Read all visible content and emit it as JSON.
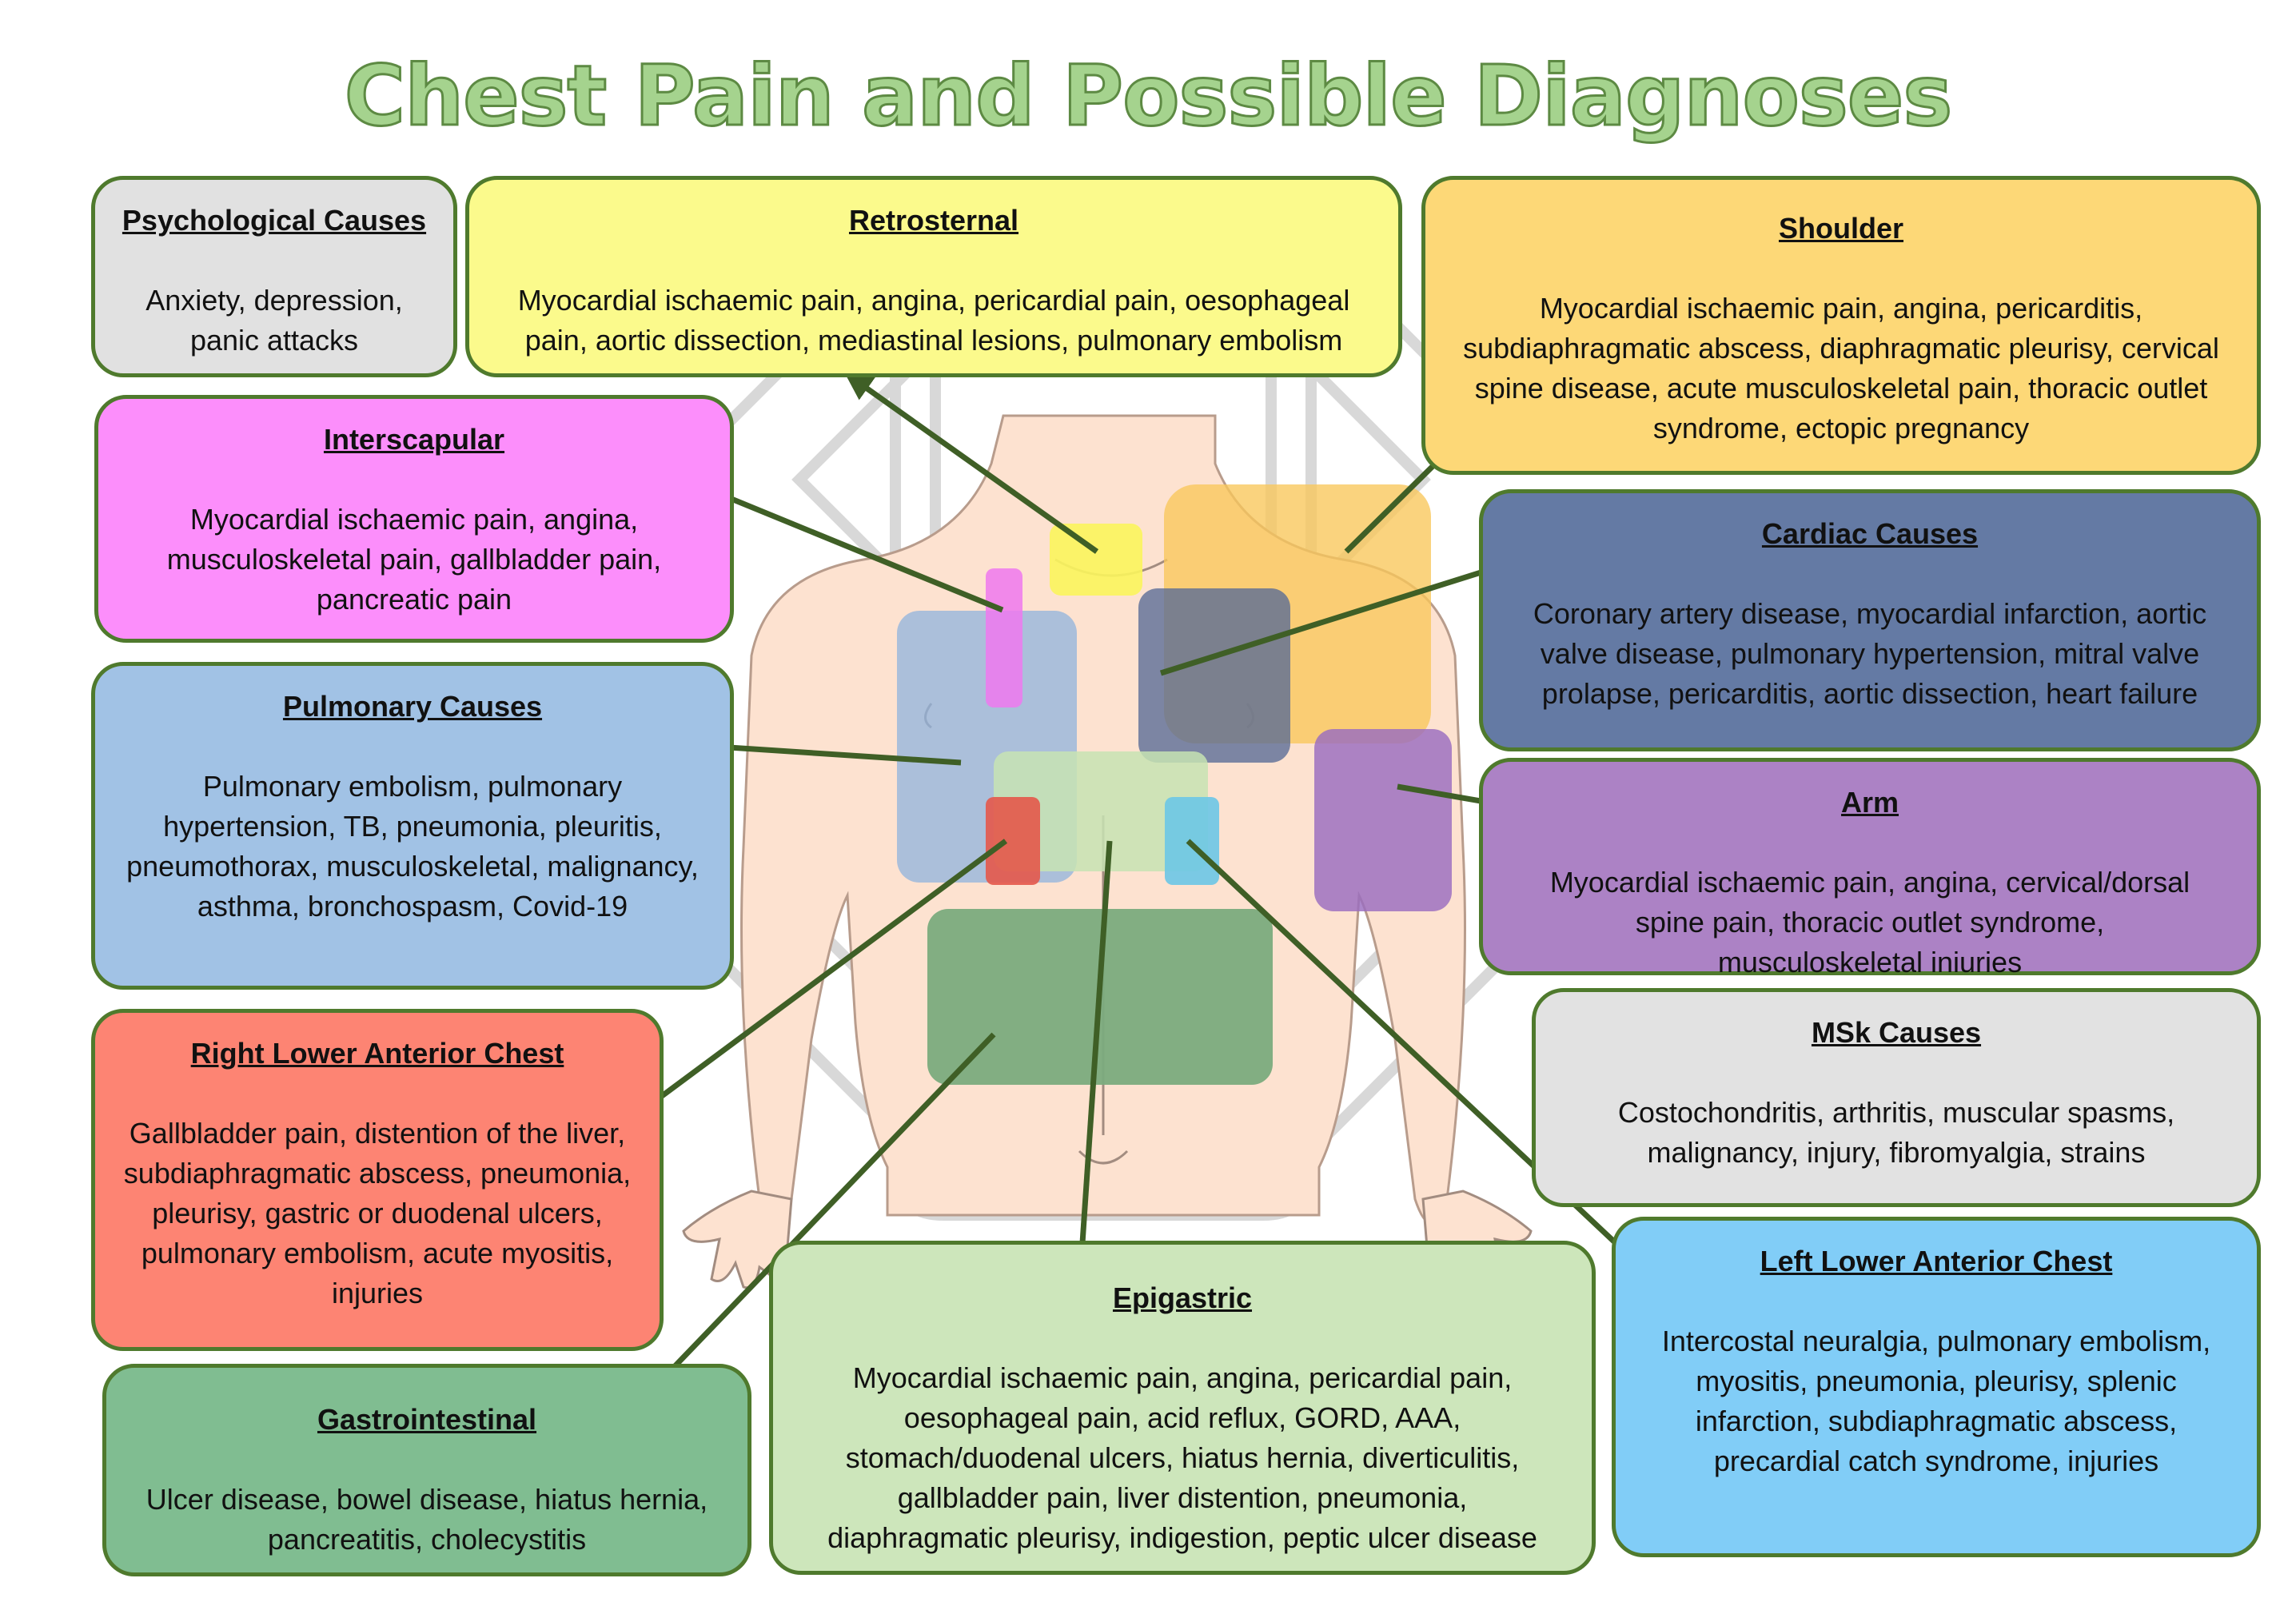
{
  "title": "Chest Pain and Possible Diagnoses",
  "colors": {
    "border": "#4f7a2d",
    "arrow": "#3f5f26",
    "skin": "#fde2d0",
    "skin_outline": "#b89c8c"
  },
  "boxes": {
    "psychological": {
      "heading": "Psychological Causes",
      "text": "Anxiety, depression, panic attacks",
      "color": "#e1e1e1"
    },
    "retrosternal": {
      "heading": "Retrosternal",
      "text": "Myocardial ischaemic pain, angina, pericardial pain, oesophageal pain, aortic dissection, mediastinal lesions, pulmonary embolism",
      "color": "#fbfa8c"
    },
    "shoulder": {
      "heading": "Shoulder",
      "text": "Myocardial ischaemic pain, angina, pericarditis, subdiaphragmatic abscess, diaphragmatic pleurisy, cervical spine disease, acute musculoskeletal pain, thoracic outlet syndrome, ectopic pregnancy",
      "color": "#fdd877"
    },
    "interscapular": {
      "heading": "Interscapular",
      "text": "Myocardial ischaemic pain, angina, musculoskeletal pain, gallbladder pain, pancreatic pain",
      "color": "#fc8efb"
    },
    "cardiac": {
      "heading": "Cardiac Causes",
      "text": "Coronary artery disease, myocardial infarction, aortic valve disease, pulmonary hypertension, mitral valve prolapse, pericarditis, aortic dissection, heart failure",
      "color": "#647aa4"
    },
    "pulmonary": {
      "heading": "Pulmonary Causes",
      "text": "Pulmonary embolism, pulmonary hypertension, TB, pneumonia, pleuritis, pneumothorax, musculoskeletal, malignancy, asthma, bronchospasm, Covid-19",
      "color": "#a1c2e5"
    },
    "arm": {
      "heading": "Arm",
      "text": "Myocardial ischaemic pain, angina, cervical/dorsal spine pain, thoracic outlet syndrome, musculoskeletal iniuries",
      "color": "#ac82c5"
    },
    "msk": {
      "heading": "MSk Causes",
      "text": "Costochondritis, arthritis, muscular spasms, malignancy, injury, fibromyalgia, strains",
      "color": "#e2e2e2"
    },
    "right_lower": {
      "heading": "Right Lower Anterior Chest",
      "text": "Gallbladder pain, distention of the liver, subdiaphragmatic abscess, pneumonia, pleurisy, gastric or duodenal ulcers, pulmonary embolism, acute myositis, injuries",
      "color": "#fd8473"
    },
    "left_lower": {
      "heading": "Left Lower Anterior Chest",
      "text": "Intercostal neuralgia, pulmonary embolism, myositis, pneumonia, pleurisy, splenic infarction, subdiaphragmatic abscess, precardial catch syndrome, injuries",
      "color": "#81cdf7"
    },
    "epigastric": {
      "heading": "Epigastric",
      "text": "Myocardial ischaemic pain, angina, pericardial pain, oesophageal pain, acid reflux, GORD, AAA, stomach/duodenal ulcers, hiatus hernia, diverticulitis, gallbladder pain, liver distention, pneumonia, diaphragmatic pleurisy, indigestion, peptic ulcer disease",
      "color": "#cde6bb"
    },
    "gastrointestinal": {
      "heading": "Gastrointestinal",
      "text": "Ulcer disease, bowel disease, hiatus hernia, pancreatitis, cholecystitis",
      "color": "#80bd91"
    }
  },
  "regions": {
    "pulmonary": "#8fb3de",
    "shoulder": "#f8c65a",
    "cardiac": "#576a96",
    "retrosternal": "#fbf55c",
    "interscapular": "#ee78ee",
    "arm": "#9a6cc0",
    "epigastric": "#c7e3b3",
    "right_lower": "#e4584a",
    "left_lower": "#6cc6e6",
    "gastrointestinal": "#7bab7d"
  }
}
